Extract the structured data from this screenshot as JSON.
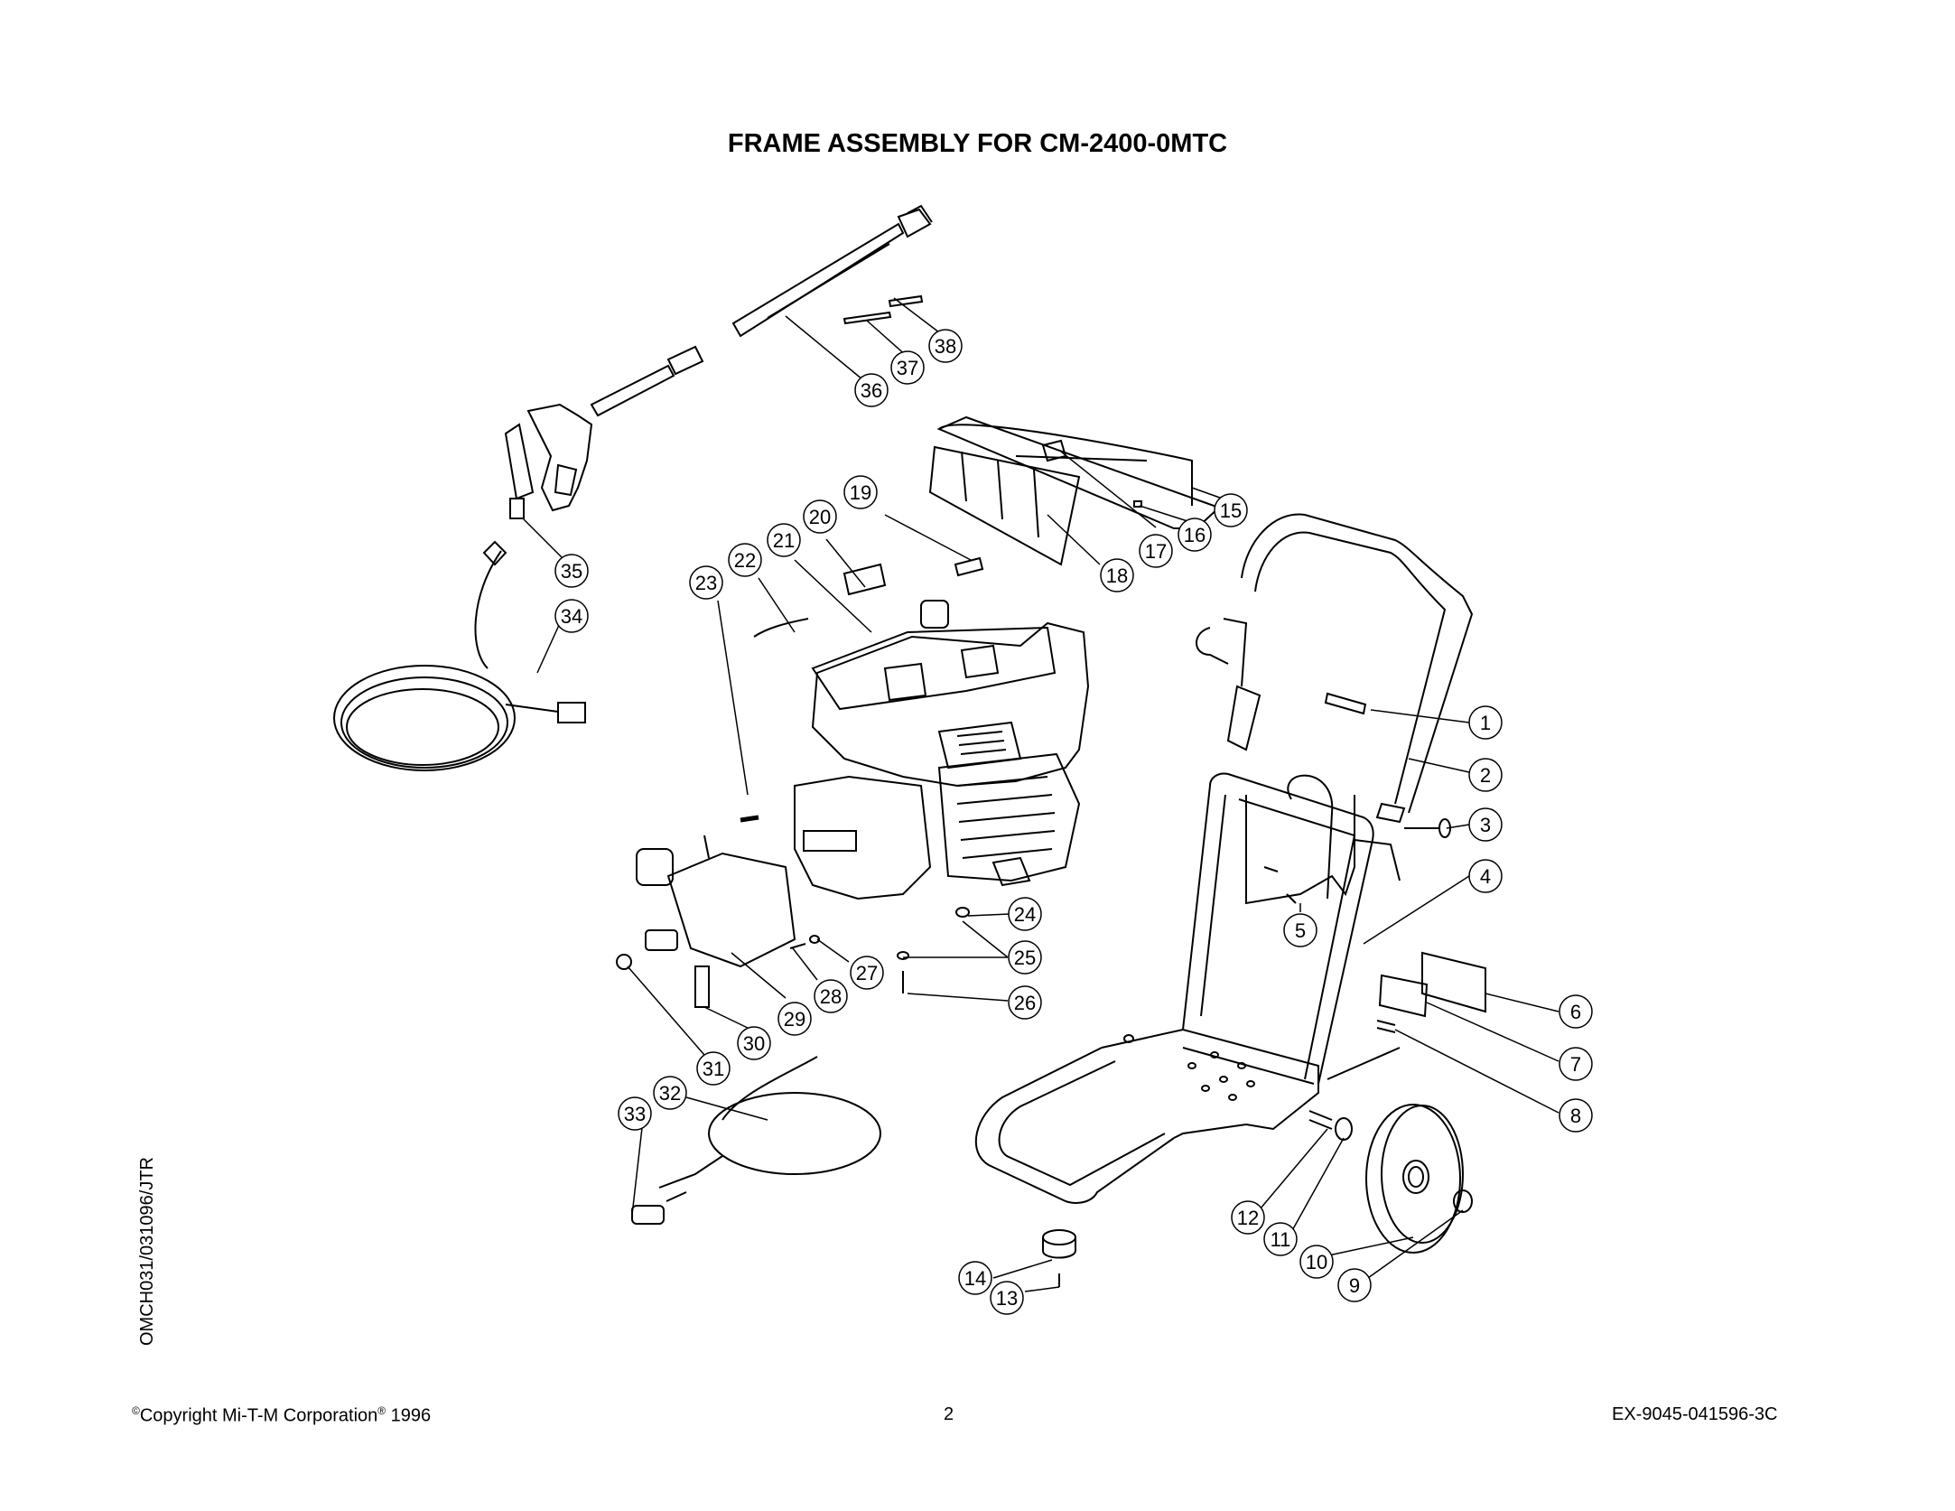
{
  "title": "FRAME ASSEMBLY FOR CM-2400-0MTC",
  "side_code": "OMCH031/031096/JTR",
  "footer": {
    "copyright_symbol": "©",
    "copyright_text": "Copyright Mi-T-M Corporation",
    "registered_symbol": "®",
    "year": " 1996",
    "page_number": "2",
    "doc_number": "EX-9045-041596-3C"
  },
  "callouts": [
    "1",
    "2",
    "3",
    "4",
    "5",
    "6",
    "7",
    "8",
    "9",
    "10",
    "11",
    "12",
    "13",
    "14",
    "15",
    "16",
    "17",
    "18",
    "19",
    "20",
    "21",
    "22",
    "23",
    "24",
    "25",
    "26",
    "27",
    "28",
    "29",
    "30",
    "31",
    "32",
    "33",
    "34",
    "35",
    "36",
    "37",
    "38"
  ]
}
